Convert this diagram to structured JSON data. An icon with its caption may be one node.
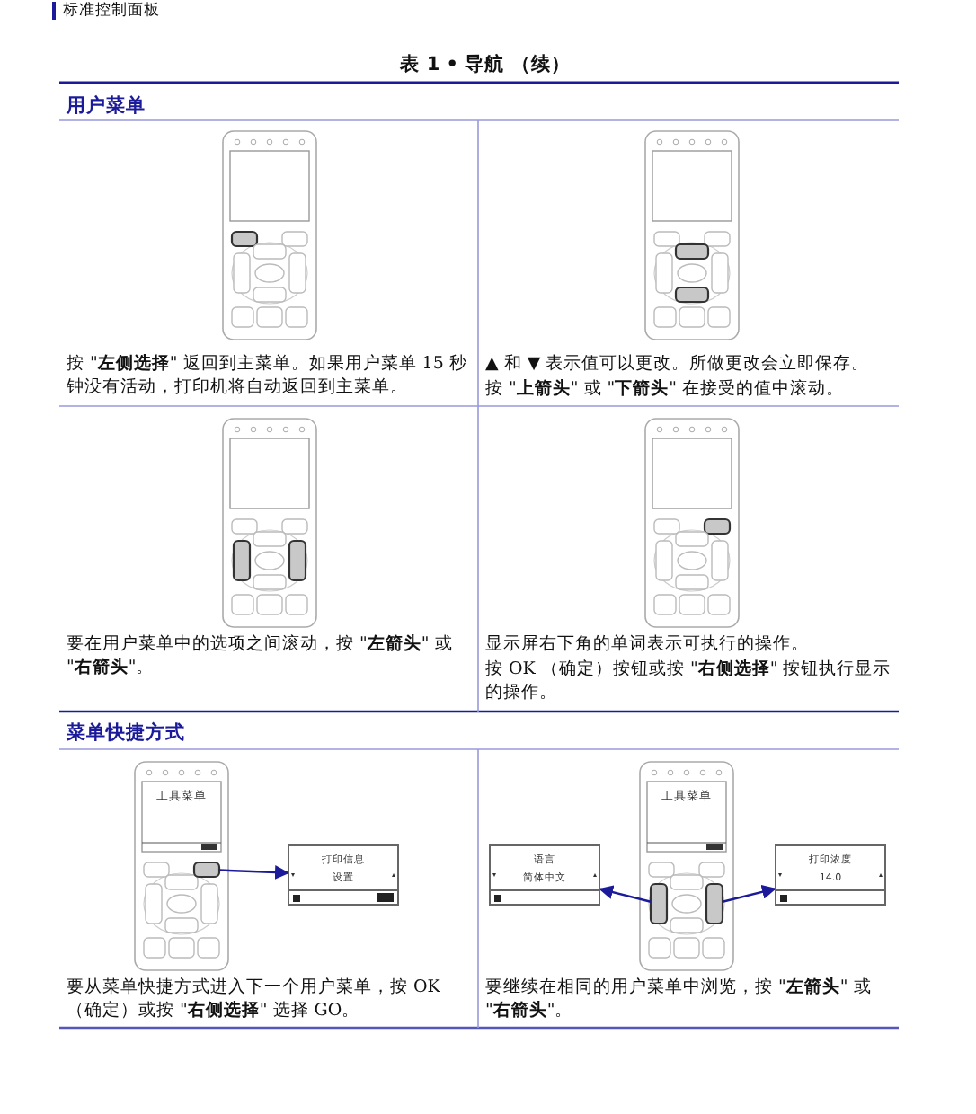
{
  "diagram": {
    "title": "表 1 • 导航 （续）",
    "nodes": [
      {
        "text": [],
        "shape": "box"
      },
      {
        "text": [
          "打印信息",
          "设置"
        ]
      },
      {
        "text": [
          "语言",
          "简体中文"
        ]
      },
      {
        "text": [],
        "shape": "box"
      },
      {
        "text": [],
        "shape": "box"
      },
      {
        "text": [
          "打印浓度",
          "14.0"
        ]
      }
    ],
    "edges": [
      {
        "from": 0,
        "to": 1,
        "arrow": "to"
      },
      {
        "from": 3,
        "to": 2,
        "arrow": "to"
      },
      {
        "from": 4,
        "to": 5,
        "arrow": "to"
      }
    ],
    "labels": [
      "标准控制面板",
      "用户菜单",
      "按 \"**左侧选择**\" 返回到主菜单。如果用户菜单 15 秒钟没有活动，打印机将自动返回到主菜单。",
      "▲ 和 ▼ 表示值可以更改。所做更改会立即保存。",
      "按 \"**上箭头**\" 或 \"**下箭头**\" 在接受的值中滚动。",
      "要在用户菜单中的选项之间滚动，按 \"**左箭头**\" 或 \"**右箭头**\"。",
      "显示屏右下角的单词表示可执行的操作。",
      "按 OK （确定）按钮或按 \"**右侧选择**\" 按钮执行显示的操作。",
      "菜单快捷方式",
      "工具菜单",
      "要从菜单快捷方式进入下一个用户菜单，按 OK （确定）或按 \"**右侧选择**\" 选择 GO。",
      "工具菜单",
      "要继续在相同的用户菜单中浏览，按 \"**左箭头**\" 或 \"**右箭头**\"。"
    ]
  }
}
